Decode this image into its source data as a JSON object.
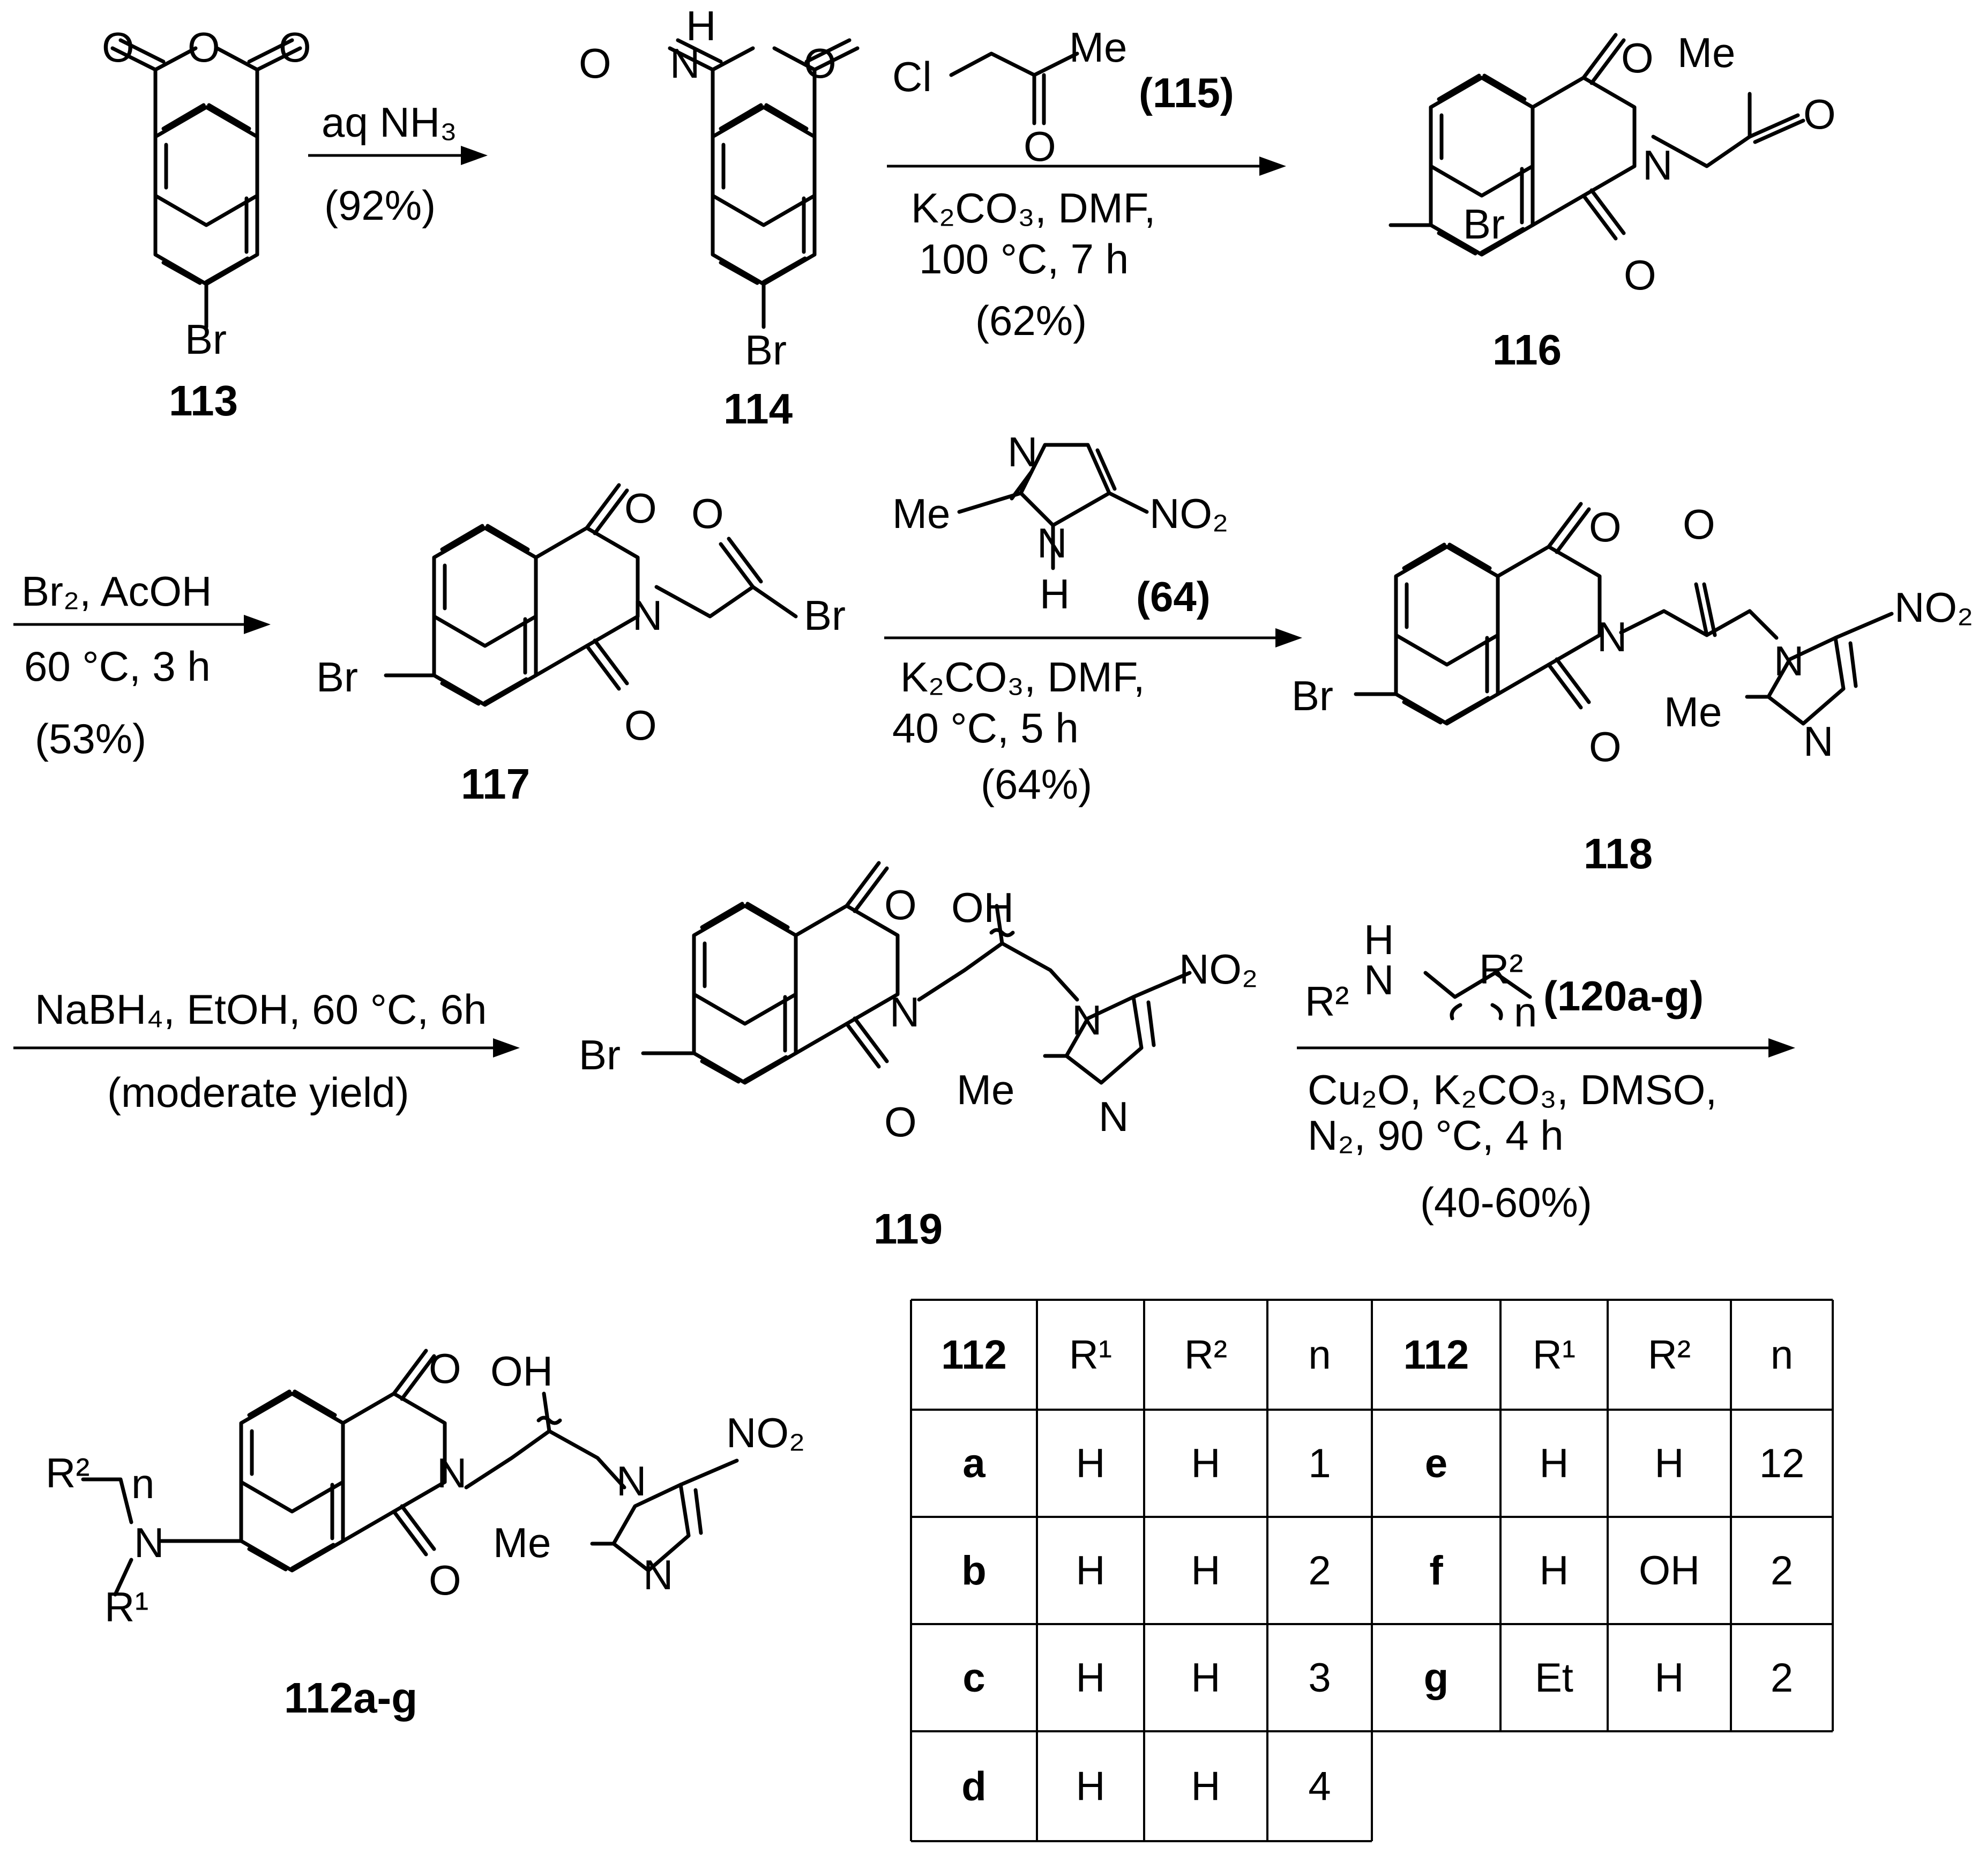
{
  "compounds": {
    "c113": "113",
    "c114": "114",
    "c116": "116",
    "c117": "117",
    "c118": "118",
    "c119": "119",
    "c112": "112a-g"
  },
  "atoms": {
    "O": "O",
    "H": "H",
    "N": "N",
    "Br": "Br",
    "Cl": "Cl",
    "Me": "Me",
    "OH": "OH",
    "NO2": "NO₂",
    "R1": "R¹",
    "R2": "R²",
    "n": "n"
  },
  "steps": {
    "s1": {
      "reagent": "aq NH₃",
      "yield": "(92%)"
    },
    "s2": {
      "reagent_ref": "(115)",
      "cond1": "K₂CO₃, DMF,",
      "cond2": "100 °C, 7 h",
      "yield": "(62%)"
    },
    "s3": {
      "reagent": "Br₂, AcOH",
      "cond1": "60 °C, 3 h",
      "yield": "(53%)"
    },
    "s4": {
      "reagent_ref": "(64)",
      "cond1": "K₂CO₃, DMF,",
      "cond2": "40 °C, 5 h",
      "yield": "(64%)"
    },
    "s5": {
      "reagent": "NaBH₄, EtOH, 60 °C, 6h",
      "yield": "(moderate yield)"
    },
    "s6": {
      "reagent_ref": "(120a-g)",
      "cond1": "Cu₂O, K₂CO₃, DMSO,",
      "cond2": "N₂, 90 °C, 4 h",
      "yield": "(40-60%)"
    }
  },
  "table": {
    "headers": [
      "112",
      "R¹",
      "R²",
      "n",
      "112",
      "R¹",
      "R²",
      "n"
    ],
    "rows": [
      [
        "a",
        "H",
        "H",
        "1",
        "e",
        "H",
        "H",
        "12"
      ],
      [
        "b",
        "H",
        "H",
        "2",
        "f",
        "H",
        "OH",
        "2"
      ],
      [
        "c",
        "H",
        "H",
        "3",
        "g",
        "Et",
        "H",
        "2"
      ],
      [
        "d",
        "H",
        "H",
        "4"
      ]
    ]
  }
}
